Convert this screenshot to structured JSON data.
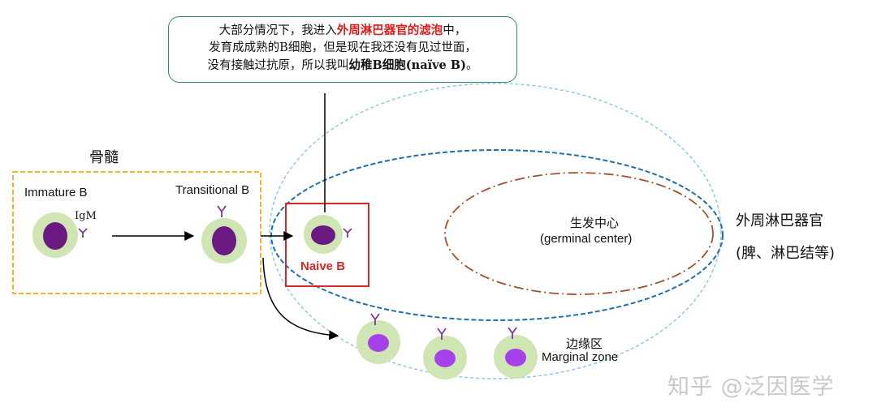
{
  "callout": {
    "line1_a": "大部分情况下，我进入",
    "line1_b": "外周淋巴器官的滤泡",
    "line1_c": "中，",
    "line2": "发育成成熟的B细胞，但是现在我还没有见过世面，",
    "line3_a": "没有接触过抗原，所以我叫",
    "line3_b": "幼稚B细胞(naïve B)",
    "line3_c": "。"
  },
  "bone_marrow": {
    "title": "骨髓",
    "immature_label": "Immature B",
    "igm_label": "IgM",
    "transitional_label": "Transitional B"
  },
  "naive_label": "Naive B",
  "germinal_center": {
    "line1": "生发中心",
    "line2": "(germinal center)"
  },
  "peripheral": {
    "line1": "外周淋巴器官",
    "line2": "(脾、淋巴结等)"
  },
  "marginal_zone": {
    "line1": "边缘区",
    "line2": "Marginal zone"
  },
  "watermark": "知乎 @泛因医学",
  "colors": {
    "callout_border": "#2e8b6e",
    "highlight_red": "#e01b1b",
    "bone_marrow_box": "#f2b52a",
    "naive_box": "#d62828",
    "cell_outer": "#cfe6b4",
    "cell_nucleus_dark": "#6a1a80",
    "cell_nucleus_light": "#a640e8",
    "antibody": "#7a3a9c",
    "peripheral_outline": "#8ec8ea",
    "follicle_outline": "#1d6fb0",
    "germinal_outline": "#a0522d"
  }
}
